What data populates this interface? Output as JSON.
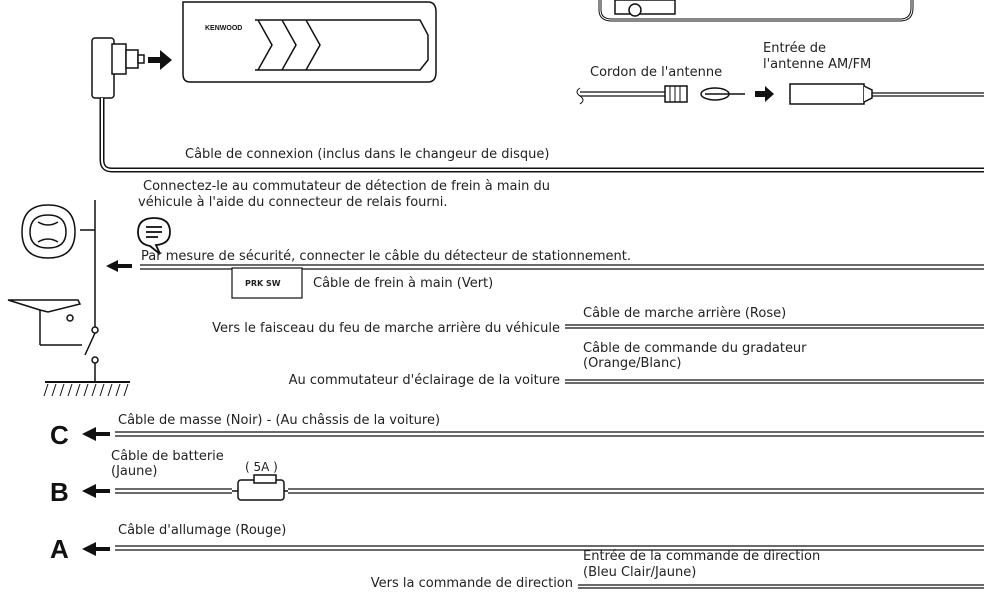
{
  "labels": {
    "antenna_input_1": "Entrée de",
    "antenna_input_2": "l'antenne AM/FM",
    "antenna_cord": "Cordon de l'antenne",
    "connection_cable": "Câble de connexion (inclus dans le changeur de disque)",
    "brake_note_1": "Connectez-le au commutateur de détection de frein à main du",
    "brake_note_2": "véhicule à l'aide du connecteur de relais fourni.",
    "safety_note": "Par mesure de sécurité, connecter le câble du détecteur de stationnement.",
    "prk_sw": "PRK SW",
    "parking_brake": "Câble de frein à main (Vert)",
    "reverse_cable": "Câble de marche arrière (Rose)",
    "reverse_lamp": "Vers le faisceau du feu de marche arrière du véhicule",
    "dimmer_1": "Câble de commande du gradateur",
    "dimmer_2": "(Orange/Blanc)",
    "illumination": "Au commutateur d'éclairage de la voiture",
    "ground": "Câble de masse (Noir) - (Au châssis de la voiture)",
    "battery_1": "Câble de batterie",
    "battery_2": "(Jaune)",
    "fuse": "( 5A )",
    "ignition": "Câble d'allumage (Rouge)",
    "steering_1": "Entrée de la commande de direction",
    "steering_2": "(Bleu Clair/Jaune)",
    "steering_remote": "Vers la commande de direction"
  },
  "letters": {
    "a": "A",
    "b": "B",
    "c": "C"
  },
  "logo": "KENWOOD",
  "colors": {
    "line": "#111111",
    "background": "#ffffff"
  }
}
